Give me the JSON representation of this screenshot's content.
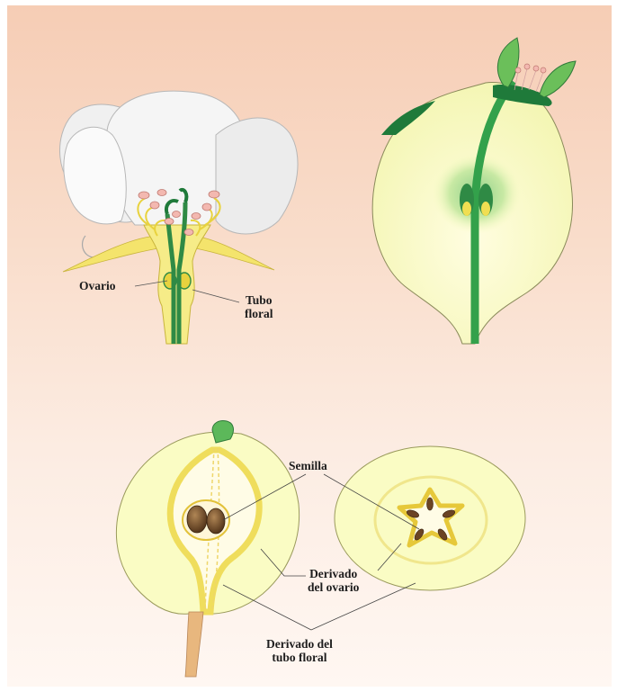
{
  "labels": {
    "ovary": "Ovario",
    "floral_tube": "Tubo\nfloral",
    "seed": "Semilla",
    "ovary_derivative": "Derivado\ndel ovario",
    "floral_tube_derivative": "Derivado del\ntubo floral"
  },
  "colors": {
    "background": "#f8d5c0",
    "petal": "#f2f2f2",
    "flesh": "#fafcc4",
    "core_yellow": "#f2e36b",
    "stem_green": "#33a14b",
    "dark_green": "#1f7a3a",
    "seed_brown": "#6b4424",
    "anther_pink": "#f3b8b0"
  }
}
